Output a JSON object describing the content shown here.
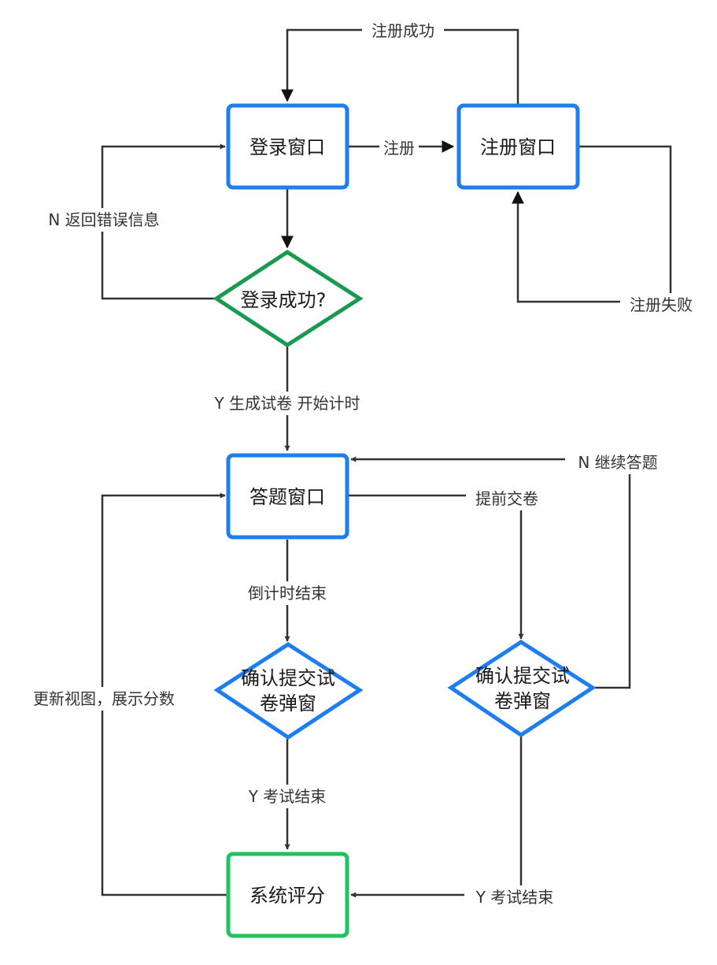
{
  "colors": {
    "blue_border": "#1e7ef0",
    "green_border": "#1a9a4e",
    "bright_green_border": "#22c25e",
    "edge": "#333333"
  },
  "nodes": {
    "login_window": "登录窗口",
    "register_window": "注册窗口",
    "login_success": "登录成功?",
    "answer_window": "答题窗口",
    "confirm_left_line1": "确认提交试",
    "confirm_left_line2": "卷弹窗",
    "confirm_right_line1": "确认提交试",
    "confirm_right_line2": "卷弹窗",
    "system_score": "系统评分"
  },
  "edges": {
    "register_success": "注册成功",
    "register": "注册",
    "return_error": "N 返回错误信息",
    "register_fail": "注册失败",
    "generate_paper": "Y 生成试卷 开始计时",
    "continue_answer": "N 继续答题",
    "submit_early": "提前交卷",
    "countdown_end": "倒计时结束",
    "update_view": "更新视图，展示分数",
    "exam_end_left": "Y 考试结束",
    "exam_end_right": "Y 考试结束"
  }
}
